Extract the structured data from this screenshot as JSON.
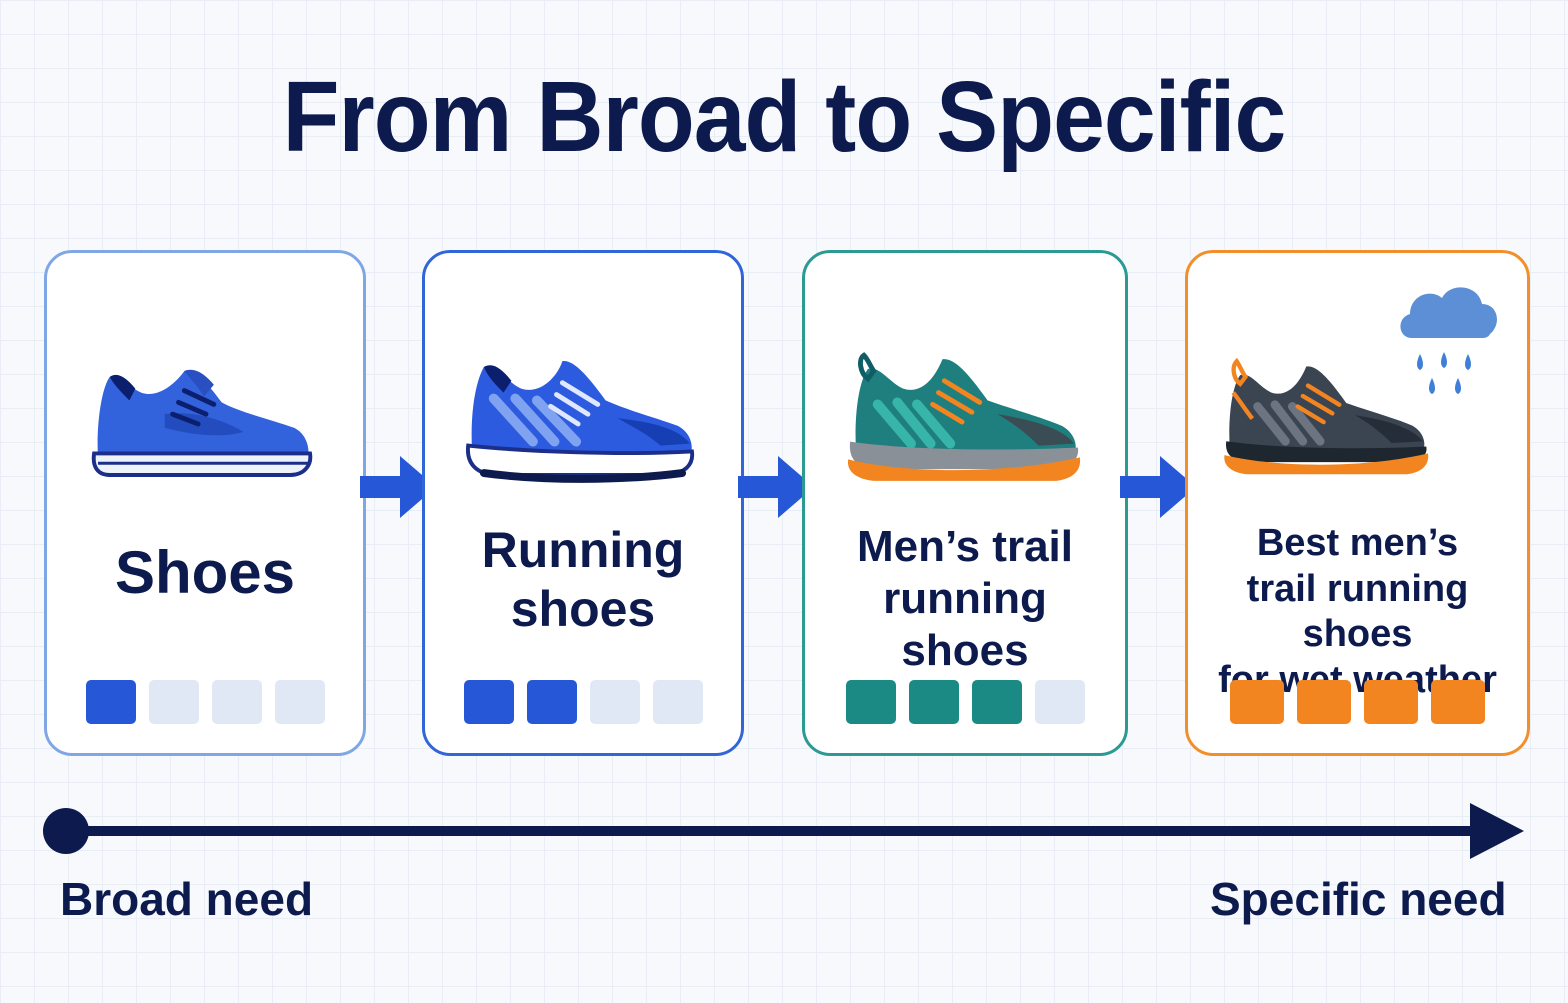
{
  "title": "From Broad to Specific",
  "colors": {
    "navy": "#0c1a4d",
    "blue": "#2557d6",
    "teal": "#1b8a85",
    "orange": "#f28520",
    "empty": "#e1e8f5"
  },
  "cards": [
    {
      "label_lines": [
        "Shoes"
      ],
      "filled": 1,
      "total": 4,
      "color": "#2557d6",
      "border": "#7fa7e6",
      "icon": "sneaker-icon"
    },
    {
      "label_lines": [
        "Running",
        "shoes"
      ],
      "filled": 2,
      "total": 4,
      "color": "#2557d6",
      "border": "#3166d8",
      "icon": "running-shoe-icon"
    },
    {
      "label_lines": [
        "Men’s trail",
        "running shoes"
      ],
      "filled": 3,
      "total": 4,
      "color": "#1b8a85",
      "border": "#2a9a93",
      "icon": "trail-shoe-icon"
    },
    {
      "label_lines": [
        "Best men’s",
        "trail running shoes",
        "for wet weather"
      ],
      "filled": 4,
      "total": 4,
      "color": "#f28520",
      "border": "#f28f2a",
      "icon": "waterproof-trail-shoe-icon",
      "extra_icon": "rain-cloud-icon"
    }
  ],
  "axis": {
    "start_label": "Broad need",
    "end_label": "Specific need"
  }
}
